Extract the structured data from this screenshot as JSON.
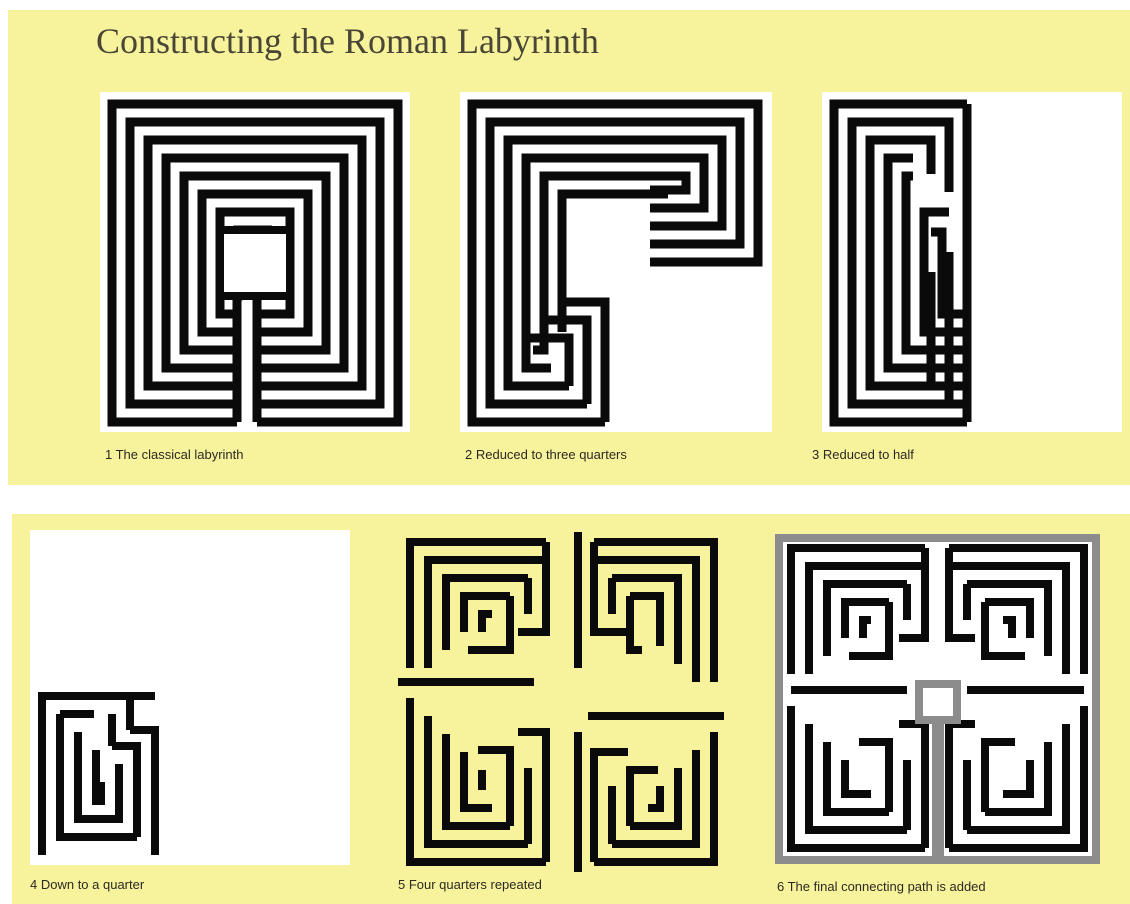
{
  "title": "Constructing the Roman Labyrinth",
  "figures": [
    {
      "caption": "1 The classical labyrinth"
    },
    {
      "caption": "2 Reduced to three quarters"
    },
    {
      "caption": "3 Reduced to half"
    },
    {
      "caption": "4 Down to a quarter"
    },
    {
      "caption": "5 Four quarters repeated"
    },
    {
      "caption": "6 The final connecting path is added"
    }
  ],
  "colors": {
    "panel": "#f7f39c",
    "wall": "#0a0a0a",
    "paper": "#ffffff",
    "path": "#8c8c8c",
    "title": "#4a4636"
  }
}
